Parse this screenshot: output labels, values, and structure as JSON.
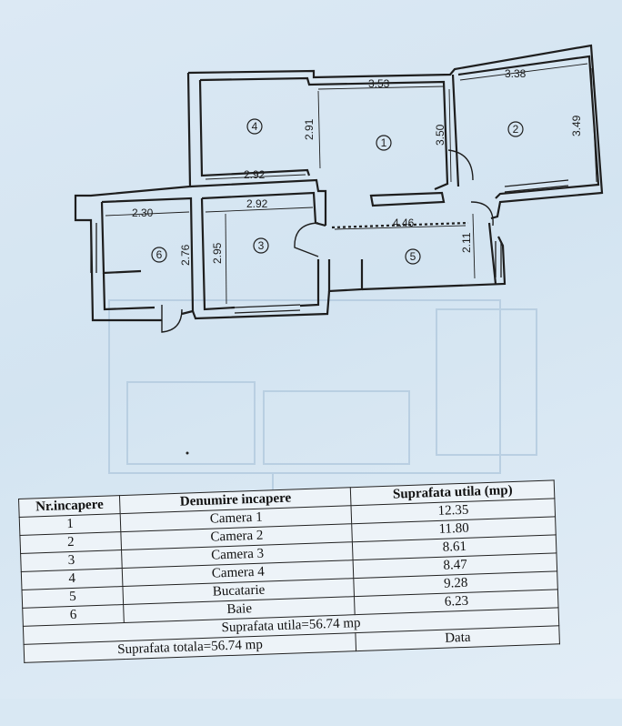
{
  "floor_plan": {
    "dimensions": {
      "room1_width": "3.53",
      "room1_height": "3.50",
      "room2_width": "3.38",
      "room2_height": "3.49",
      "room4_height": "2.91",
      "room4_width": "2.92",
      "room3_width": "2.92",
      "room3_height": "2.95",
      "room6_width": "2.30",
      "room6_height": "2.76",
      "room5_width": "4.46",
      "room5_height": "2.11"
    },
    "room_numbers": [
      "1",
      "2",
      "3",
      "4",
      "5",
      "6"
    ]
  },
  "table": {
    "headers": {
      "nr": "Nr.incapere",
      "name": "Denumire incapere",
      "area": "Suprafata utila (mp)"
    },
    "rows": [
      {
        "nr": "1",
        "name": "Camera 1",
        "area": "12.35"
      },
      {
        "nr": "2",
        "name": "Camera 2",
        "area": "11.80"
      },
      {
        "nr": "3",
        "name": "Camera 3",
        "area": "8.61"
      },
      {
        "nr": "4",
        "name": "Camera 4",
        "area": "8.47"
      },
      {
        "nr": "5",
        "name": "Bucatarie",
        "area": "9.28"
      },
      {
        "nr": "6",
        "name": "Baie",
        "area": "6.23"
      }
    ],
    "usable_total": "Suprafata utila=56.74 mp",
    "total": "Suprafata totala=56.74 mp",
    "date_label": "Data"
  }
}
